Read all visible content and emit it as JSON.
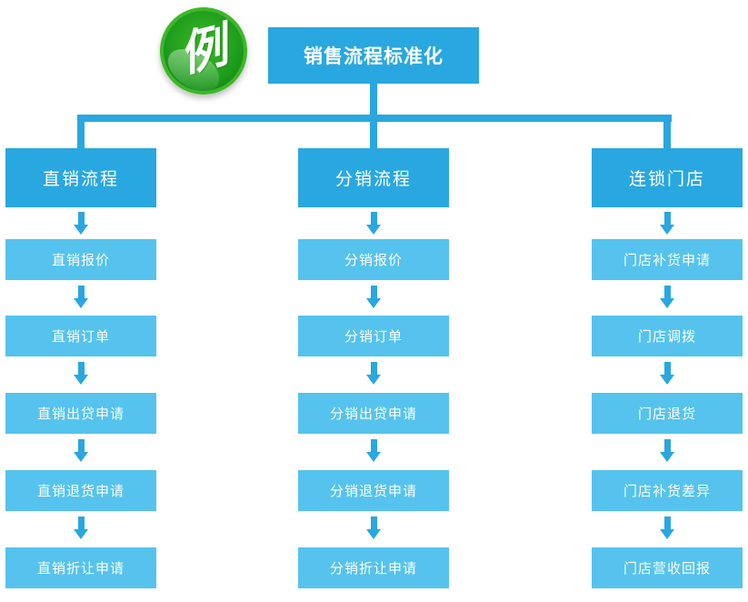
{
  "badge": {
    "label": "例"
  },
  "root": {
    "label": "销售流程标准化"
  },
  "columns": [
    {
      "header": "直销流程",
      "items": [
        "直销报价",
        "直销订单",
        "直销出贷申请",
        "直销退货申请",
        "直销折让申请"
      ]
    },
    {
      "header": "分销流程",
      "items": [
        "分销报价",
        "分销订单",
        "分销出贷申请",
        "分销退货申请",
        "分销折让申请"
      ]
    },
    {
      "header": "连锁门店",
      "items": [
        "门店补货申请",
        "门店调拨",
        "门店退货",
        "门店补货差异",
        "门店营收回报"
      ]
    }
  ],
  "colors": {
    "primary": "#29A7E0",
    "secondary": "#55C3EE",
    "badge_green_light": "#3EB72A",
    "badge_green_dark": "#0E7D12",
    "text": "#FFFFFF"
  }
}
